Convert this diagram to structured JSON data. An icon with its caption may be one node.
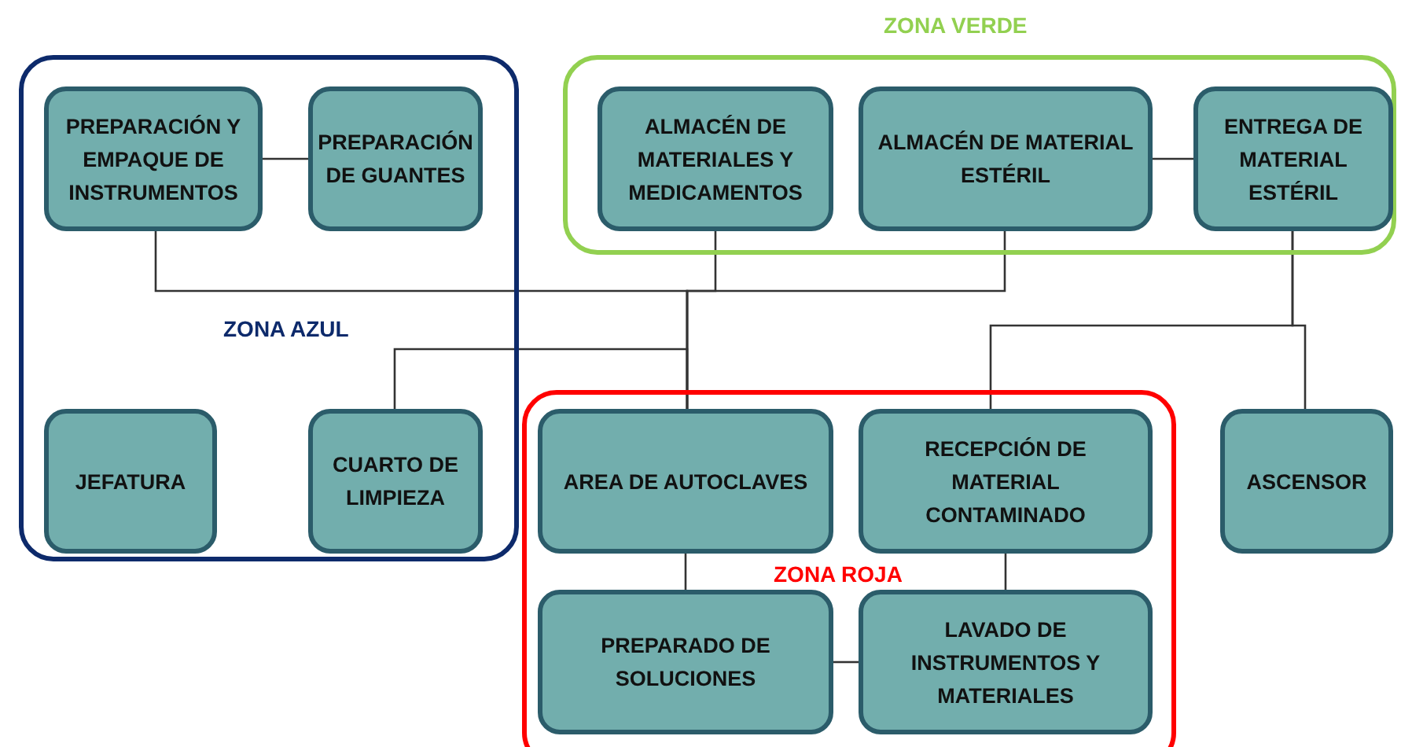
{
  "diagram": {
    "nodes": [
      {
        "text": [
          "ZONA AZUL"
        ]
      },
      {
        "text": [
          "PREPARACIÓN Y EMPAQUE DE INSTRUMENTOS"
        ],
        "in": 0
      },
      {
        "text": [
          "PREPARACIÓN DE GUANTES"
        ],
        "in": 0
      },
      {
        "text": [
          "JEFATURA"
        ],
        "in": 0
      },
      {
        "text": [
          "CUARTO DE LIMPIEZA"
        ],
        "in": 0
      },
      {
        "text": [
          "ZONA VERDE"
        ]
      },
      {
        "text": [
          "ALMACÉN DE MATERIALES Y MEDICAMENTOS"
        ],
        "in": 5
      },
      {
        "text": [
          "ALMACÉN DE MATERIAL ESTÉRIL"
        ],
        "in": 5
      },
      {
        "text": [
          "ENTREGA DE MATERIAL ESTÉRIL"
        ],
        "in": 5
      },
      {
        "text": [
          "ZONA ROJA"
        ]
      },
      {
        "text": [
          "AREA DE AUTOCLAVES"
        ],
        "in": 9
      },
      {
        "text": [
          "RECEPCIÓN DE MATERIAL CONTAMINADO"
        ],
        "in": 9
      },
      {
        "text": [
          "PREPARADO DE SOLUCIONES"
        ],
        "in": 9
      },
      {
        "text": [
          "LAVADO DE INSTRUMENTOS Y MATERIALES"
        ],
        "in": 9
      },
      {
        "text": [
          "ASCENSOR"
        ]
      }
    ],
    "edges": [
      {
        "from": 1,
        "to": 2,
        "arrow": "none"
      },
      {
        "from": 7,
        "to": 8,
        "arrow": "none"
      },
      {
        "from": 1,
        "to": 10,
        "arrow": "none"
      },
      {
        "from": 6,
        "to": 10,
        "arrow": "none"
      },
      {
        "from": 7,
        "to": 10,
        "arrow": "none"
      },
      {
        "from": 4,
        "to": 10,
        "arrow": "none"
      },
      {
        "from": 10,
        "to": 12,
        "arrow": "none"
      },
      {
        "from": 11,
        "to": 13,
        "arrow": "none"
      },
      {
        "from": 12,
        "to": 13,
        "arrow": "none"
      },
      {
        "from": 8,
        "to": 11,
        "arrow": "none"
      },
      {
        "from": 8,
        "to": 14,
        "arrow": "none"
      }
    ]
  }
}
